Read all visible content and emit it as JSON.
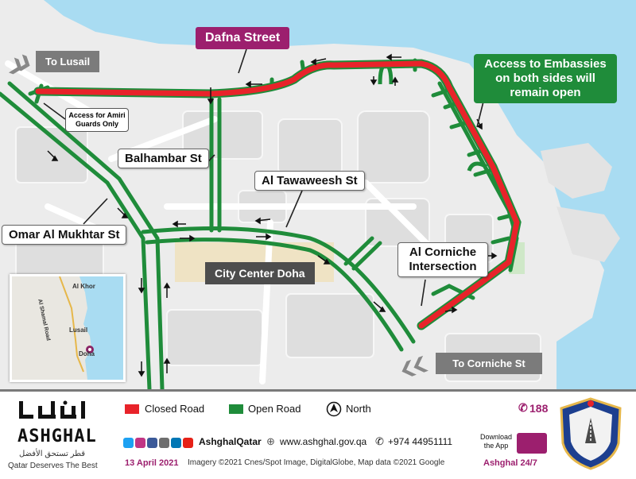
{
  "labels": {
    "dafna": "Dafna Street",
    "embassies": "Access to Embassies on both sides will remain open",
    "to_lusail": "To Lusail",
    "amiri": "Access for Amiri Guards Only",
    "balhambar": "Balhambar St",
    "tawaweesh": "Al Tawaweesh St",
    "omar": "Omar Al Mukhtar St",
    "city_center": "City Center Doha",
    "corniche_int": "Al Corniche Intersection",
    "to_corniche": "To Corniche St"
  },
  "inset": {
    "al_khor": "Al Khor",
    "road": "Al Shamal Road",
    "lusail": "Lusail",
    "doha": "Doha"
  },
  "legend": {
    "closed": "Closed Road",
    "open": "Open Road",
    "north": "North"
  },
  "colors": {
    "closed": "#e8232a",
    "open": "#1f8c3a",
    "sea": "#a9dcf2",
    "land": "#ececec",
    "dafna_label": "#9c1f6e",
    "embassy_label": "#1f8c3a"
  },
  "footer": {
    "brand": "ASHGHAL",
    "tagline": "Qatar Deserves The Best",
    "date": "13 April 2021",
    "social": "AshghalQatar",
    "website": "www.ashghal.gov.qa",
    "phone": "+974 44951111",
    "hotline": "188",
    "download": "Download the App",
    "app": "Ashghal 24/7",
    "imagery": "Imagery ©2021 Cnes/Spot Image, DigitalGlobe, Map data ©2021 Google"
  }
}
